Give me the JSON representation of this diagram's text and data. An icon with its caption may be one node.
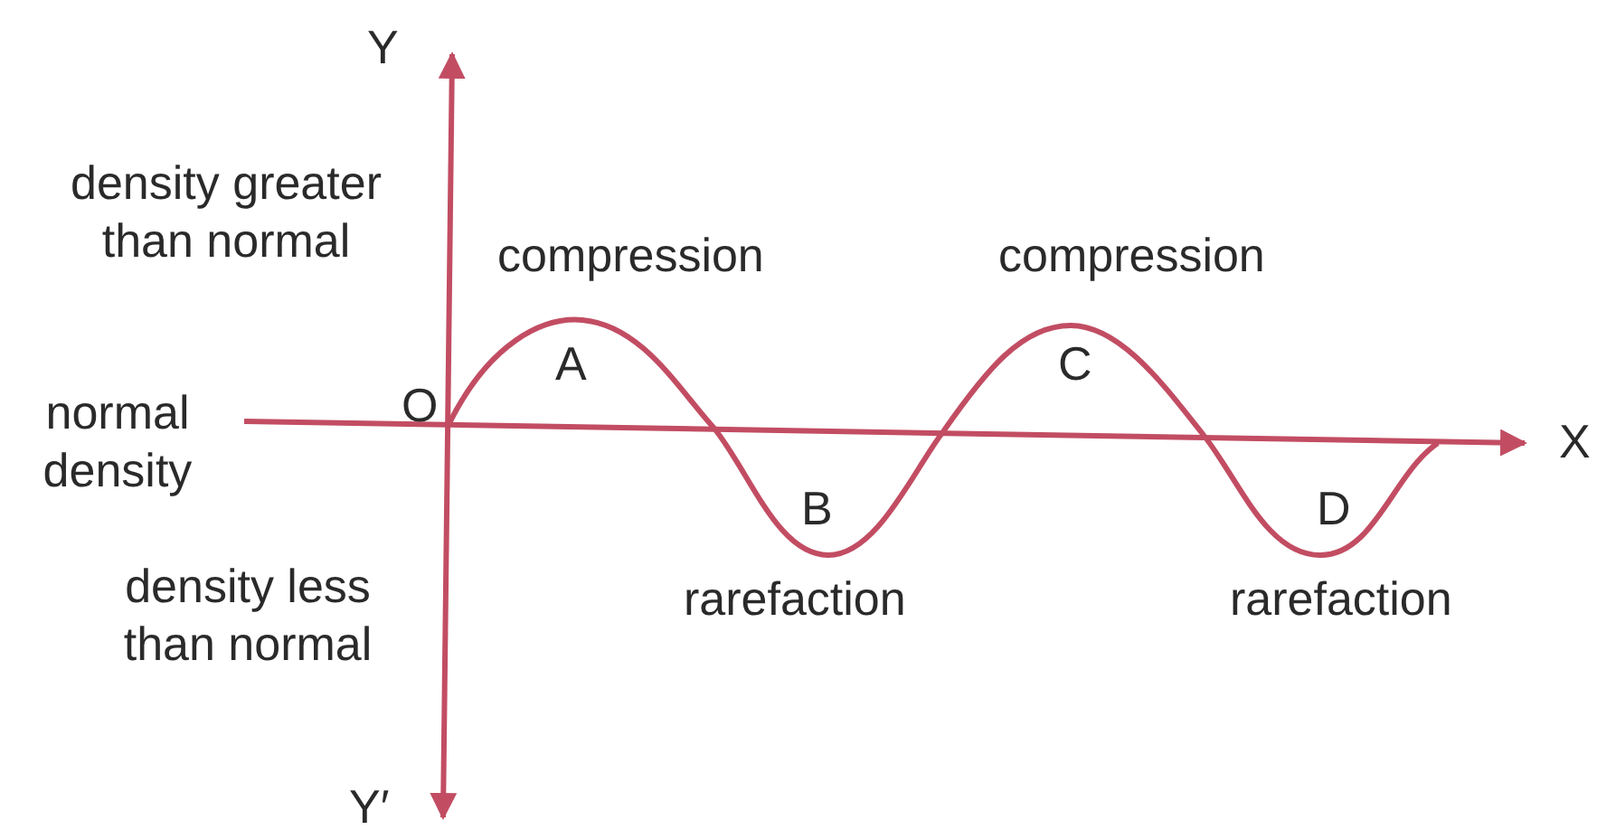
{
  "diagram": {
    "labels": [
      "Y",
      "density greater than normal",
      "compression",
      "compression",
      "O",
      "A",
      "C",
      "normal density",
      "X",
      "B",
      "D",
      "density less than normal",
      "rarefaction",
      "rarefaction",
      "Y′"
    ]
  }
}
